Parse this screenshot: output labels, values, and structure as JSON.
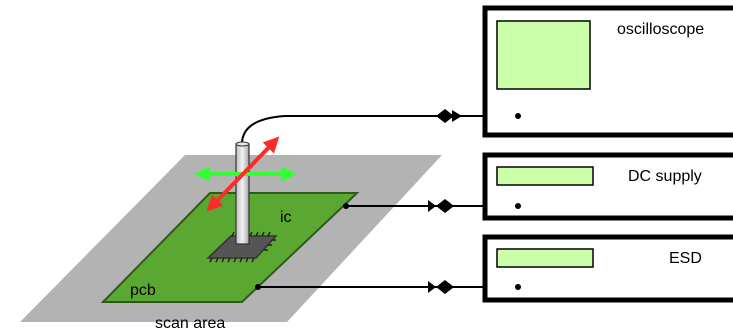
{
  "labels": {
    "oscilloscope": "oscilloscope",
    "dc_supply": "DC supply",
    "esd": "ESD",
    "ic": "ic",
    "pcb": "pcb",
    "scan_area": "scan area"
  },
  "colors": {
    "scan_area_fill": "#b3b3b3",
    "pcb_fill": "#5aa832",
    "pcb_stroke": "#2e5a1c",
    "screen_fill": "#ccffaa",
    "arrow_green": "#33ff33",
    "arrow_red": "#ff2a2a",
    "probe_fill": "#d9d9d9",
    "ic_fill": "#666666"
  },
  "icons": {
    "instrument_connector": "diamond-arrow-icon",
    "wire_end": "dot-icon"
  }
}
